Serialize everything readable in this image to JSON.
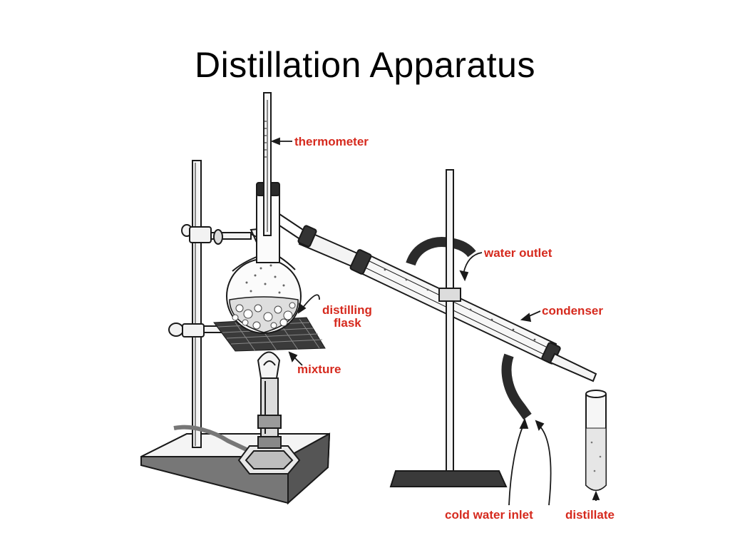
{
  "slide": {
    "title": "Distillation Apparatus"
  },
  "labels": {
    "thermometer": "thermometer",
    "water_outlet": "water outlet",
    "distilling_flask_line1": "distilling",
    "distilling_flask_line2": "flask",
    "condenser": "condenser",
    "mixture": "mixture",
    "cold_water_inlet": "cold water inlet",
    "distillate": "distillate"
  },
  "colors": {
    "label": "#d62a1e",
    "line": "#1a1a1a"
  }
}
